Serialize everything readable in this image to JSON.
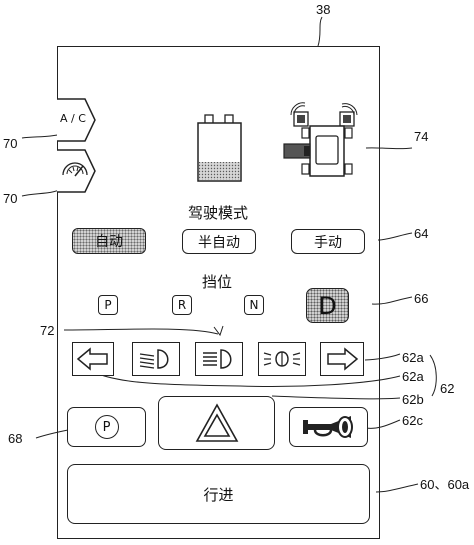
{
  "refs": {
    "device": "38",
    "ac_ref": "70",
    "wiper_ref": "70",
    "top_ref": "74",
    "mode_ref": "64",
    "gear_ref": "66",
    "indicator_ref": "72",
    "ref_62a_top": "62a",
    "ref_62a_bottom": "62a",
    "ref_62": "62",
    "ref_62b": "62b",
    "ref_62c": "62c",
    "ref_68": "68",
    "ref_60": "60、60a"
  },
  "side_tabs": {
    "ac_label": "A / C",
    "wiper_icon": "wiper-icon"
  },
  "driving_mode": {
    "title": "驾驶模式",
    "auto": "自动",
    "semi_auto": "半自动",
    "manual": "手动"
  },
  "gear": {
    "title": "挡位",
    "p": "P",
    "r": "R",
    "n": "N",
    "d": "D"
  },
  "light_buttons": [
    "left-turn-arrow-icon",
    "low-beam-icon",
    "high-beam-icon",
    "position-light-icon",
    "right-turn-arrow-icon"
  ],
  "bottom_buttons": {
    "parking": "P",
    "hazard_icon": "hazard-triangle-icon",
    "horn_icon": "horn-icon",
    "go": "行进"
  },
  "colors": {
    "line": "#222222",
    "fill_dotted": "#d2d2d2"
  }
}
